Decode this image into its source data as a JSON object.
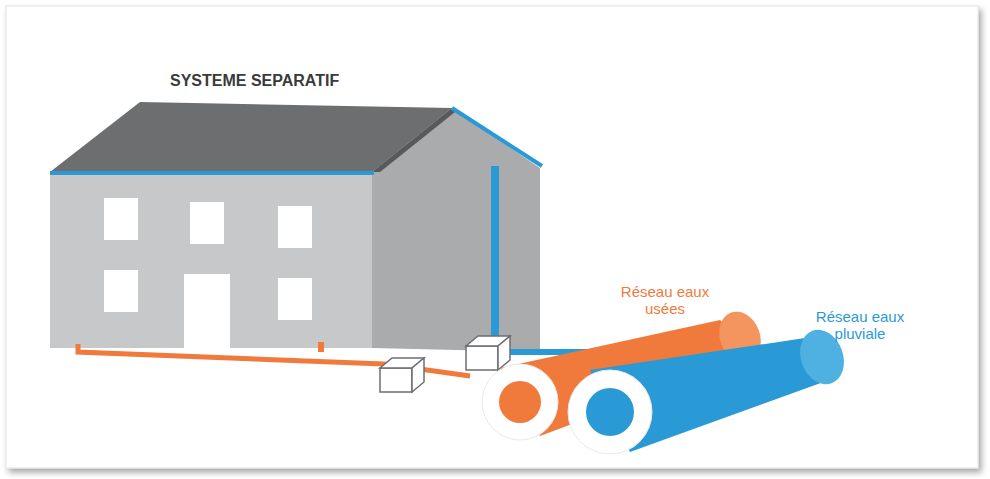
{
  "diagram": {
    "title": "SYSTEME SEPARATIF",
    "labels": [
      "Réseau eaux usées",
      "Réseau eaux pluviale"
    ]
  }
}
